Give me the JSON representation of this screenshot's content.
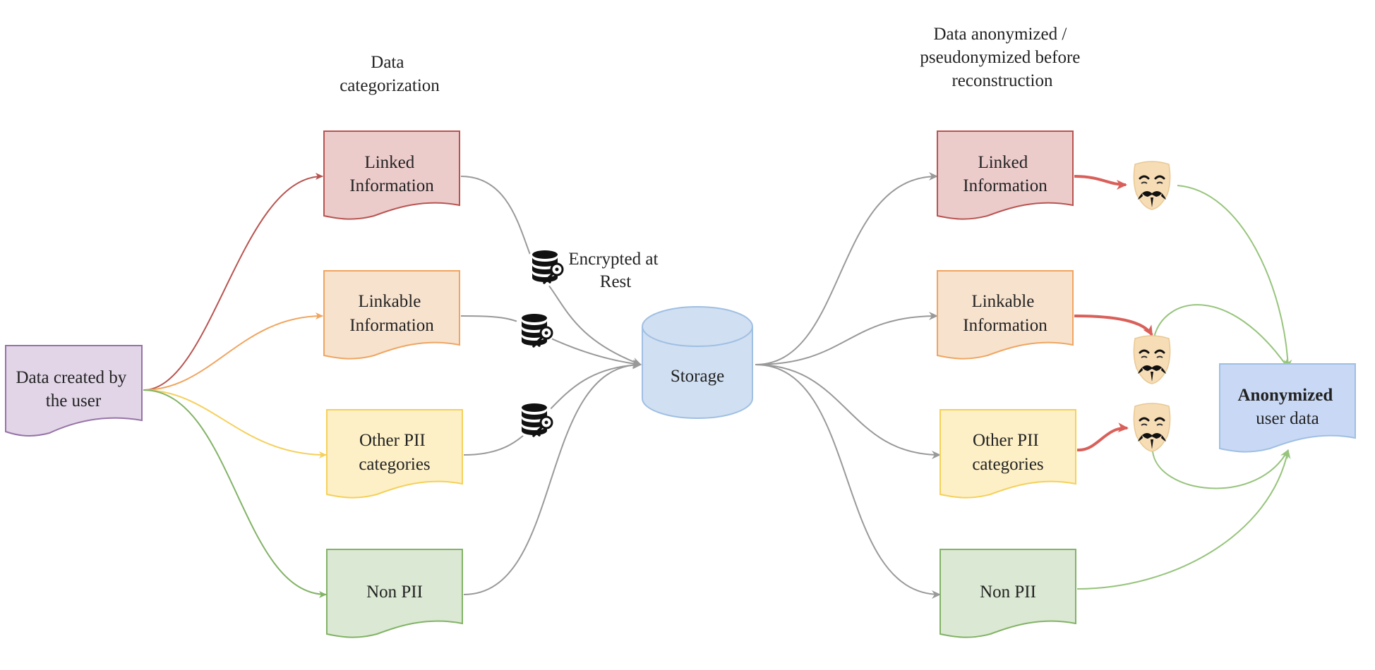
{
  "headers": {
    "categorization": [
      "Data",
      "categorization"
    ],
    "anonymization": [
      "Data anonymized /",
      "pseudonymized before",
      "reconstruction"
    ]
  },
  "source": {
    "lines": [
      "Data created by",
      "the user"
    ]
  },
  "categories_left": [
    {
      "lines": [
        "Linked",
        "Information"
      ]
    },
    {
      "lines": [
        "Linkable",
        "Information"
      ]
    },
    {
      "lines": [
        "Other PII",
        "categories"
      ]
    },
    {
      "lines": [
        "Non PII"
      ]
    }
  ],
  "storage": {
    "label": "Storage"
  },
  "encryption": {
    "lines": [
      "Encrypted at",
      "Rest"
    ]
  },
  "categories_right": [
    {
      "lines": [
        "Linked",
        "Information"
      ]
    },
    {
      "lines": [
        "Linkable",
        "Information"
      ]
    },
    {
      "lines": [
        "Other PII",
        "categories"
      ]
    },
    {
      "lines": [
        "Non PII"
      ]
    }
  ],
  "result": {
    "bold_prefix": "Anonymized",
    "lines": [
      "user data"
    ]
  },
  "icons": {
    "encryption": "database-key-icon",
    "anonymizer": "guy-fawkes-mask-icon"
  },
  "colors": {
    "linked": "#b85450",
    "linkable": "#f0a560",
    "other_pii": "#f5d05a",
    "non_pii": "#82b366",
    "source": "#9673a6",
    "storage": "#6c8ebf",
    "connector": "#999999",
    "anon_out": "#97c47c",
    "red_arrow": "#d9605a"
  }
}
